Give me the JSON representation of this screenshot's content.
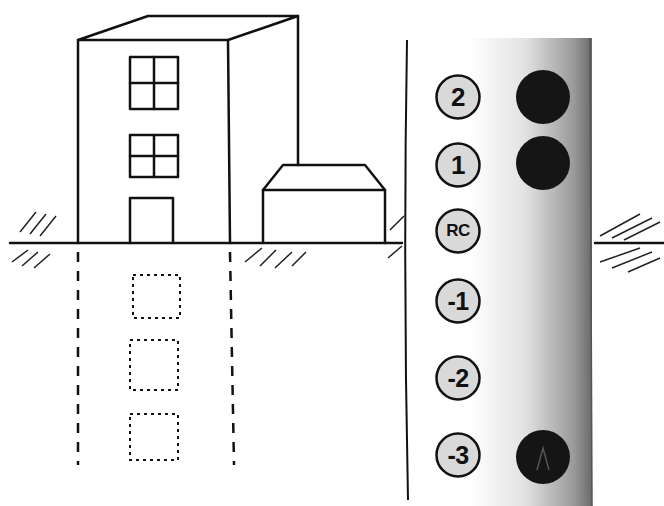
{
  "diagram": {
    "nodes": [
      {
        "text": [
          "2"
        ]
      },
      {
        "text": [
          "1"
        ]
      },
      {
        "text": [
          "RC"
        ]
      },
      {
        "text": [
          "-1"
        ]
      },
      {
        "text": [
          "-2"
        ]
      },
      {
        "text": [
          "-3"
        ]
      }
    ]
  }
}
